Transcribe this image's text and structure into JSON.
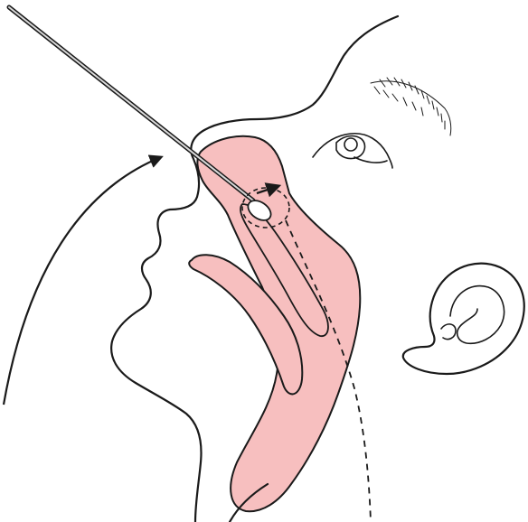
{
  "figure": {
    "subject": "nasopharyngeal-swab-sampling",
    "colors": {
      "background": "#ffffff",
      "outline": "#1a1a1a",
      "airway_fill": "#f7bfbf",
      "swab_tip": "#ffffff"
    },
    "icons": [
      "head-profile-outline",
      "nasal-cavity",
      "swab-stick",
      "insertion-arrow",
      "guide-arrow",
      "sampling-area-circle",
      "ear-icon",
      "eye-icon",
      "eyebrow-icon"
    ]
  }
}
